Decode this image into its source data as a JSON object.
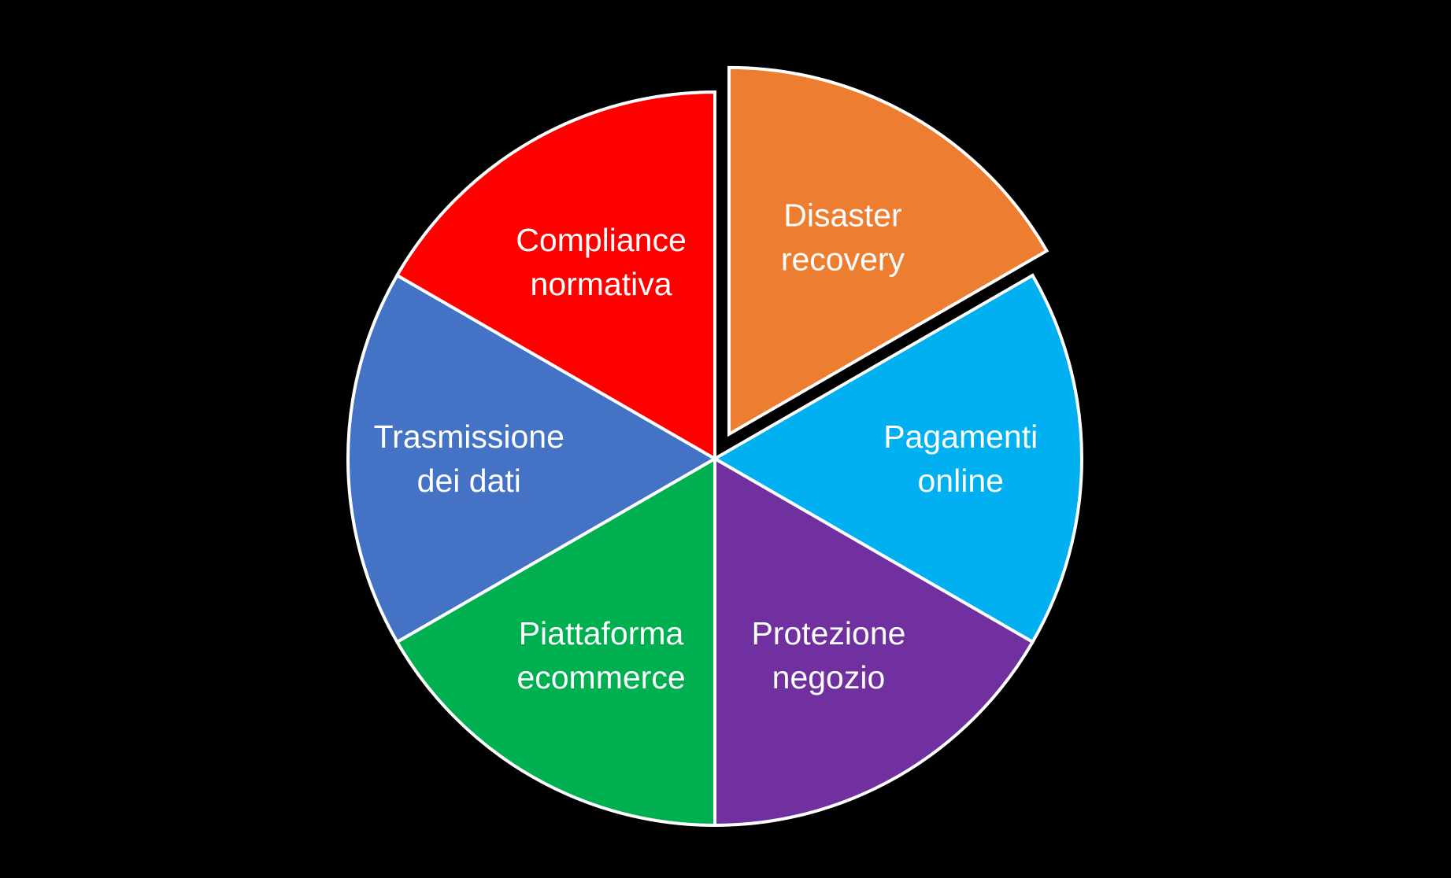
{
  "diagram": {
    "background": "#000000",
    "outline_color": "#ffffff",
    "text_color": "#ffffff",
    "exploded_segment": "disaster-recovery",
    "segments": [
      {
        "id": "disaster-recovery",
        "lines": [
          "Disaster",
          "recovery"
        ],
        "color": "#ED7D31"
      },
      {
        "id": "pagamenti-online",
        "lines": [
          "Pagamenti",
          "online"
        ],
        "color": "#00B0F0"
      },
      {
        "id": "protezione-negozio",
        "lines": [
          "Protezione",
          "negozio"
        ],
        "color": "#7030A0"
      },
      {
        "id": "piattaforma-ecommerce",
        "lines": [
          "Piattaforma",
          "ecommerce"
        ],
        "color": "#00B050"
      },
      {
        "id": "trasmissione-dei-dati",
        "lines": [
          "Trasmissione",
          "dei dati"
        ],
        "color": "#4472C4"
      },
      {
        "id": "compliance-normativa",
        "lines": [
          "Compliance",
          "normativa"
        ],
        "color": "#FF0000"
      }
    ]
  }
}
